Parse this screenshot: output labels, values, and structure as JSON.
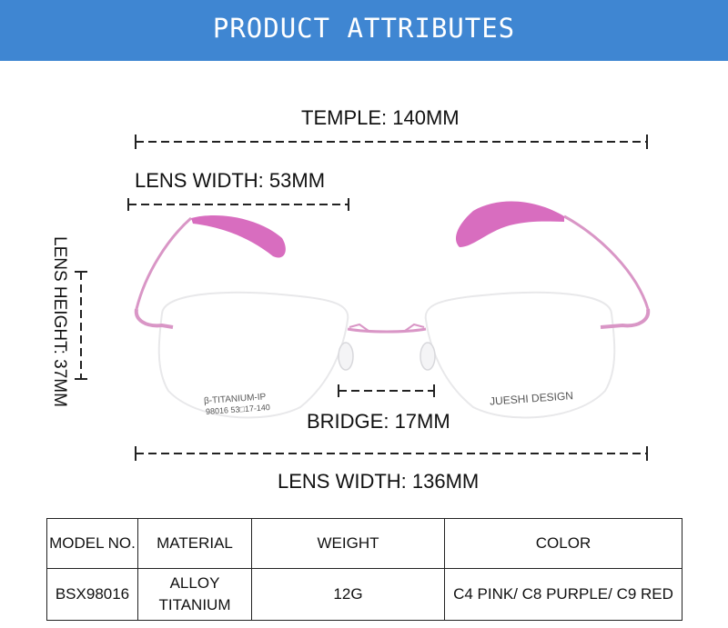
{
  "banner": {
    "title": "PRODUCT ATTRIBUTES"
  },
  "dimensions": {
    "temple": "TEMPLE: 140MM",
    "lens_width": "LENS WIDTH: 53MM",
    "lens_height": "LENS HEIGHT: 37MM",
    "bridge": "BRIDGE: 17MM",
    "total_width": "LENS WIDTH: 136MM"
  },
  "lens_imprint": {
    "left_line1": "β-TITANIUM-IP",
    "left_line2": "98016 53□17-140",
    "right_brand": "JUESHI DESIGN"
  },
  "table": {
    "headers": [
      "MODEL NO.",
      "MATERIAL",
      "WEIGHT",
      "COLOR"
    ],
    "row": {
      "model": "BSX98016",
      "material_line1": "ALLOY",
      "material_line2": "TITANIUM",
      "weight": "12G",
      "color": "C4 PINK/ C8 PURPLE/ C9 RED"
    }
  },
  "colors": {
    "banner": "#3f86d2",
    "frame": "#d996c6",
    "temple_tip": "#d85fbd"
  }
}
